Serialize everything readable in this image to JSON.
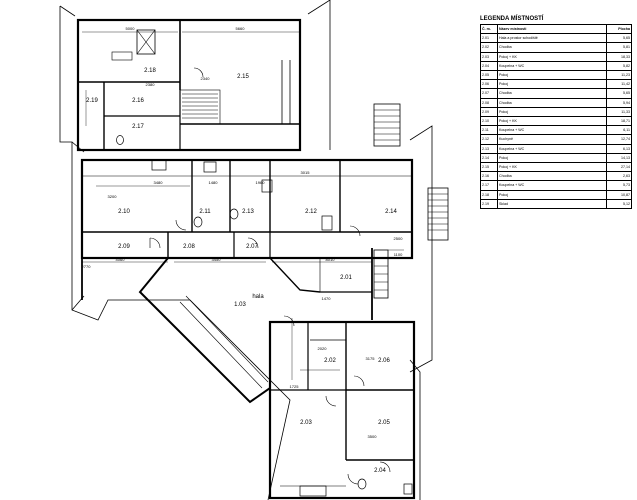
{
  "legend": {
    "title": "LEGENDA MÍSTNOSTÍ",
    "headers": [
      "Č. m.",
      "Název místnosti",
      "Plocha"
    ],
    "rows": [
      [
        "2.01",
        "Hala a prostor schodiště",
        "5,65"
      ],
      [
        "2.02",
        "Chodba",
        "5,81"
      ],
      [
        "2.03",
        "Pokoj + KK",
        "18,33"
      ],
      [
        "2.04",
        "Koupelna + WC",
        "5,82"
      ],
      [
        "2.05",
        "Pokoj",
        "11,23"
      ],
      [
        "2.06",
        "Pokoj",
        "11,42"
      ],
      [
        "2.07",
        "Chodba",
        "5,65"
      ],
      [
        "2.08",
        "Chodba",
        "5,94"
      ],
      [
        "2.09",
        "Pokoj",
        "11,33"
      ],
      [
        "2.10",
        "Pokoj + KK",
        "18,71"
      ],
      [
        "2.11",
        "Koupelna + WC",
        "6,11"
      ],
      [
        "2.12",
        "Kuchyně",
        "12,74"
      ],
      [
        "2.13",
        "Koupelna + WC",
        "6,13"
      ],
      [
        "2.14",
        "Pokoj",
        "14,13"
      ],
      [
        "2.15",
        "Pokoj + KK",
        "27,14"
      ],
      [
        "2.16",
        "Chodba",
        "2,63"
      ],
      [
        "2.17",
        "Koupelna + WC",
        "5,73"
      ],
      [
        "2.18",
        "Pokoj",
        "10,87"
      ],
      [
        "2.19",
        "Sklad",
        "5,12"
      ]
    ]
  },
  "rooms": {
    "r218": "2.18",
    "r215": "2.15",
    "r219": "2.19",
    "r216": "2.16",
    "r217": "2.17",
    "r210": "2.10",
    "r211": "2.11",
    "r213": "2.13",
    "r212": "2.12",
    "r214": "2.14",
    "r209": "2.09",
    "r208": "2.08",
    "r207": "2.07",
    "r201": "2.01",
    "r103": "1.03",
    "hala": "hala",
    "r202": "2.02",
    "r206": "2.06",
    "r203": "2.03",
    "r205": "2.05",
    "r204": "2.04"
  },
  "dimensions": {
    "d5000": "5000",
    "d5660": "5660",
    "d2340": "2340",
    "d3015": "3015",
    "d3480": "3480",
    "d1480": "1480",
    "d4060": "4060",
    "d3450": "3450",
    "d8010": "8010",
    "d1100": "1100",
    "d2770": "2770",
    "d1725": "1725",
    "d2020": "2020",
    "d3200": "3200",
    "d3175": "3175",
    "d1960": "1960",
    "d2500": "2500",
    "d2380": "2380",
    "d1470": "1470",
    "d3500": "3500"
  }
}
